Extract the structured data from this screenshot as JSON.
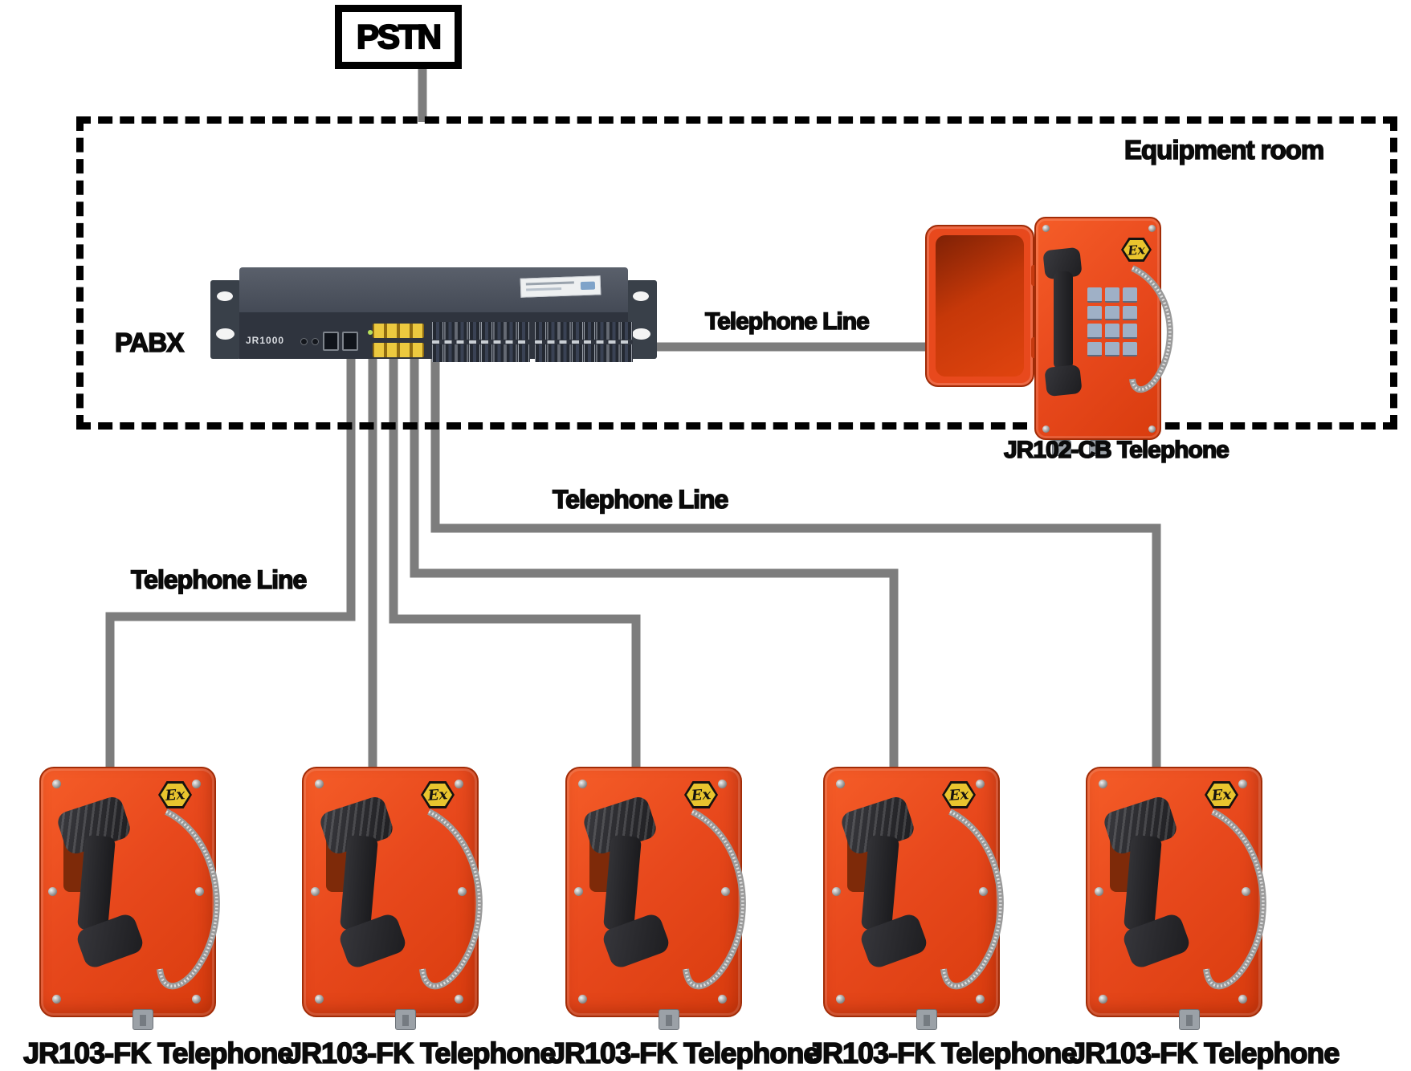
{
  "labels": {
    "pstn": "PSTN",
    "room": "Equipment room",
    "pabx": "PABX",
    "telephone_line": "Telephone Line"
  },
  "device": {
    "model": "JR1000"
  },
  "wall_phone": {
    "caption": "JR102-CB Telephone",
    "ex_badge": "Ex"
  },
  "field_phones": {
    "ex_badge": "Ex",
    "captions": [
      "JR103-FK Telephone",
      "JR103-FK Telephone",
      "JR103-FK Telephone",
      "JR103-FK Telephone",
      "JR103-FK Telephone"
    ]
  },
  "colors": {
    "phone_orange": "#e8491d",
    "line_gray": "#7d7d7d",
    "badge_yellow": "#e9c42e",
    "rack_dark": "#2f343e"
  }
}
